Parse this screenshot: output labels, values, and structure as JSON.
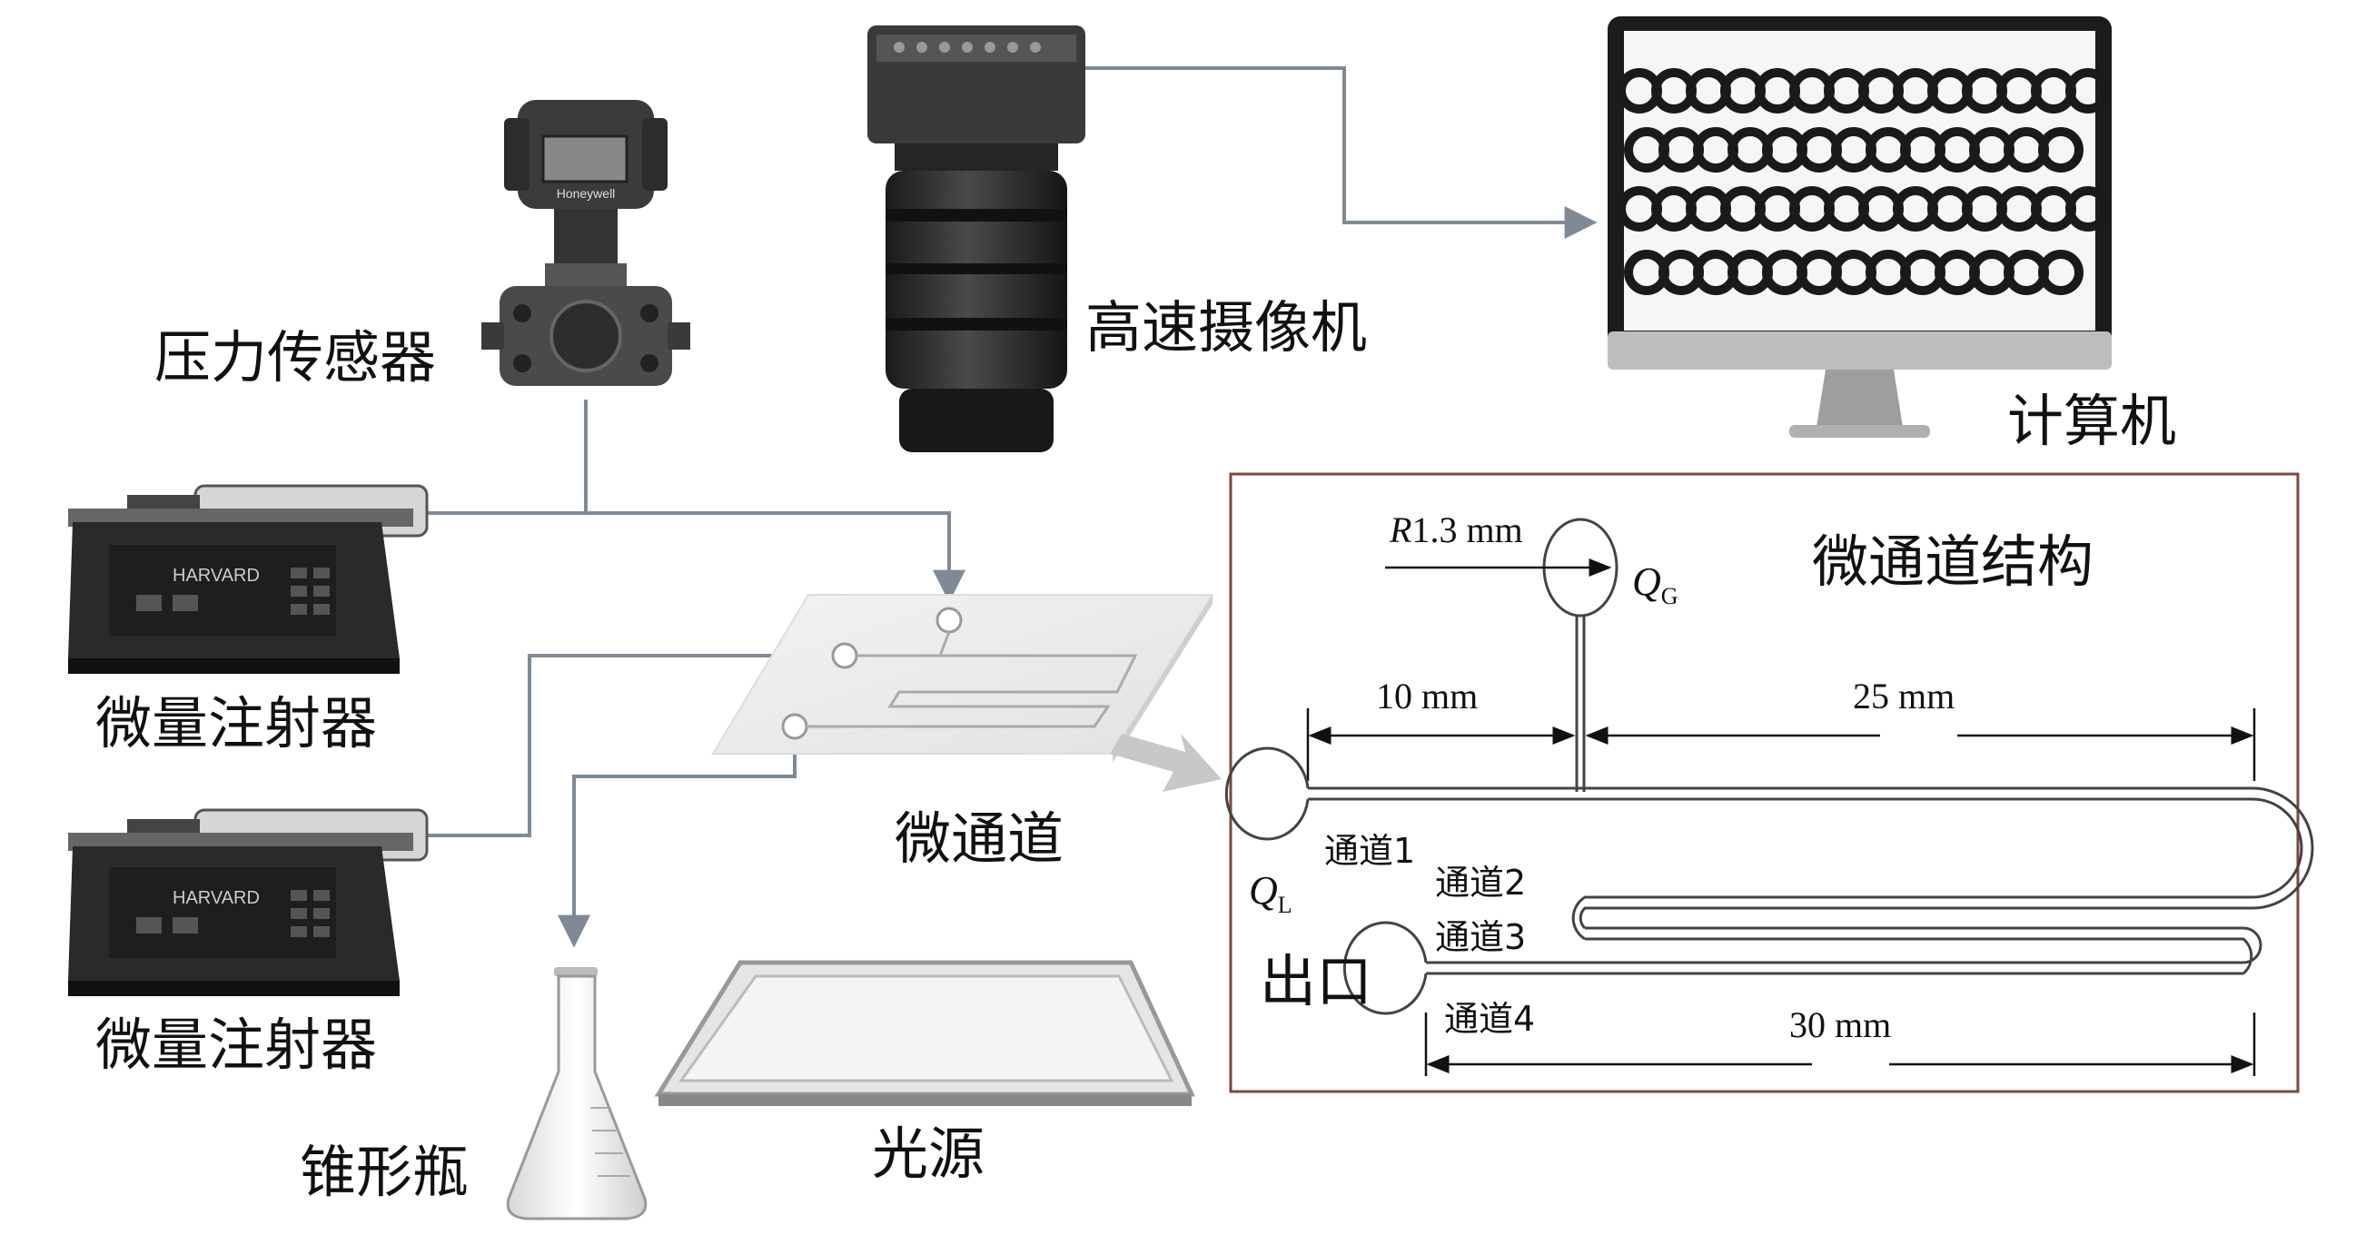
{
  "labels": {
    "pressure_sensor": "压力传感器",
    "high_speed_camera": "高速摄像机",
    "computer": "计算机",
    "syringe_pump_1": "微量注射器",
    "syringe_pump_2": "微量注射器",
    "microchannel": "微通道",
    "microchannel_structure": "微通道结构",
    "conical_flask": "锥形瓶",
    "light_source": "光源",
    "outlet": "出口"
  },
  "structure": {
    "radius": "R1.3 mm",
    "radius_italic": "R",
    "radius_value": "1.3 mm",
    "dim_10": "10 mm",
    "dim_25": "25 mm",
    "dim_30": "30 mm",
    "qg_main": "Q",
    "qg_sub": "G",
    "ql_main": "Q",
    "ql_sub": "L",
    "channel_1": "通道1",
    "channel_2": "通道2",
    "channel_3": "通道3",
    "channel_4": "通道4"
  },
  "device_text": {
    "pump_brand": "HARVARD",
    "sensor_brand": "Honeywell"
  },
  "colors": {
    "pipe": "#808a96",
    "device_dark": "#2a2a2a",
    "box_border": "#7a4a3a"
  }
}
